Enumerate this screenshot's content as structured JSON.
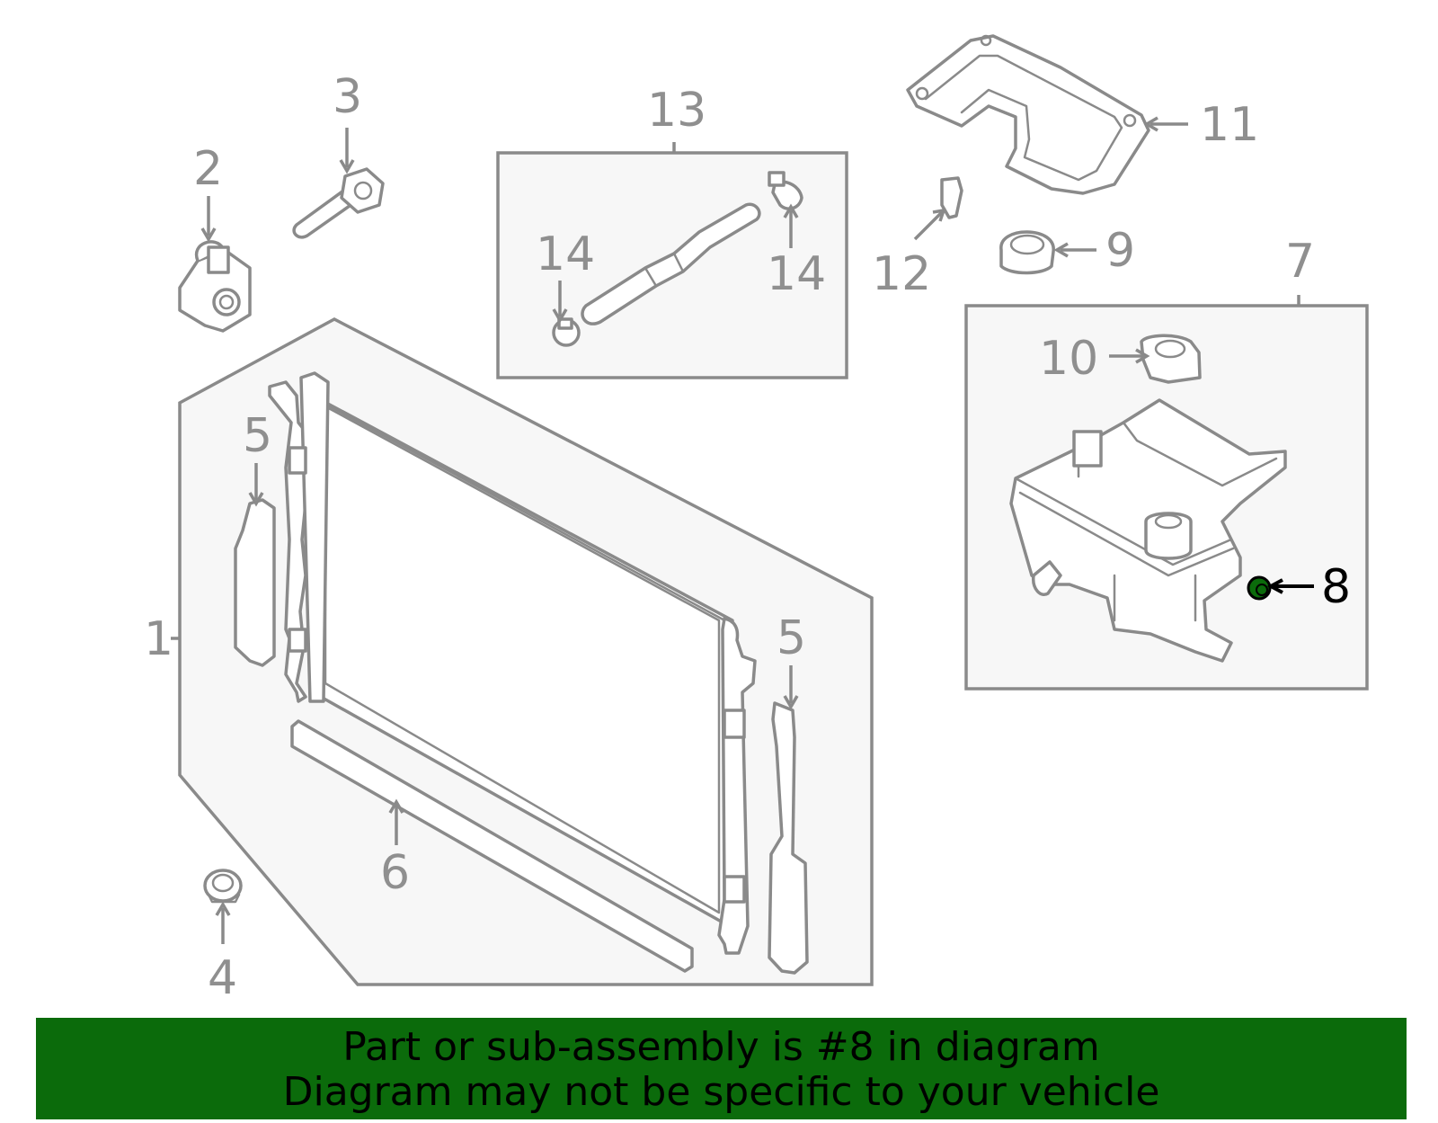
{
  "diagram": {
    "highlighted_part": "8",
    "highlight_color": "#0b6b0b",
    "callouts": {
      "c1": "1",
      "c2": "2",
      "c3": "3",
      "c4": "4",
      "c5a": "5",
      "c5b": "5",
      "c6": "6",
      "c7": "7",
      "c8": "8",
      "c9": "9",
      "c10": "10",
      "c11": "11",
      "c12": "12",
      "c13": "13",
      "c14a": "14",
      "c14b": "14"
    }
  },
  "banner": {
    "line1": "Part or sub-assembly is #8 in diagram",
    "line2": "Diagram may not be specific to your vehicle",
    "background": "#0b6b0b"
  }
}
